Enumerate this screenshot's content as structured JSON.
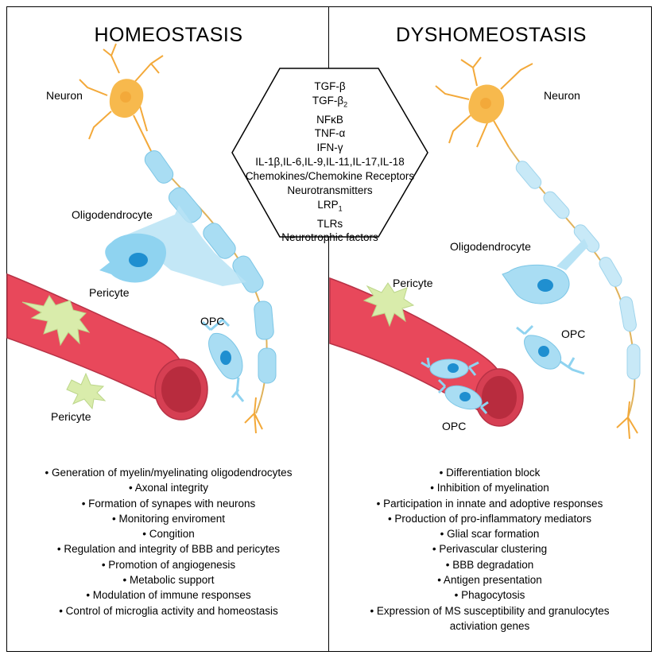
{
  "left_panel": {
    "title": "HOMEOSTASIS",
    "labels": {
      "neuron": "Neuron",
      "oligodendrocyte": "Oligodendrocyte",
      "pericyte_top": "Pericyte",
      "pericyte_bottom": "Pericyte",
      "opc": "OPC"
    },
    "functions": [
      "• Generation of myelin/myelinating oligodendrocytes",
      "• Axonal integrity",
      "• Formation of synapes with neurons",
      "• Monitoring enviroment",
      "• Congition",
      "• Regulation and integrity of BBB and pericytes",
      "• Promotion of angiogenesis",
      "• Metabolic support",
      "• Modulation of immune responses",
      "• Control of microglia activity and homeostasis"
    ]
  },
  "right_panel": {
    "title": "DYSHOMEOSTASIS",
    "labels": {
      "neuron": "Neuron",
      "oligodendrocyte": "Oligodendrocyte",
      "pericyte": "Pericyte",
      "opc_upper": "OPC",
      "opc_lower": "OPC"
    },
    "functions": [
      "• Differentiation block",
      "• Inhibition of myelination",
      "• Participation in innate and adoptive responses",
      "• Production of pro-inflammatory mediators",
      "• Glial scar formation",
      "• Perivascular clustering",
      "• BBB degradation",
      "• Antigen presentation",
      "• Phagocytosis",
      "• Expression of MS susceptibility and granulocytes activiation genes"
    ]
  },
  "hexagon_factors": {
    "tgf_beta": "TGF-β",
    "tgf_beta2_base": "TGF-β",
    "tgf_beta2_sub": "2",
    "nfkb": "NFκB",
    "tnf": "TNF-α",
    "ifn": "IFN-γ",
    "interleukins": "IL-1β,IL-6,IL-9,IL-11,IL-17,IL-18",
    "chemokines": "Chemokines/Chemokine Receptors",
    "neurotransmitters": "Neurotransmitters",
    "lrp_base": "LRP",
    "lrp_sub": "1",
    "tlrs": "TLRs",
    "neurotrophic": "Neurotrophic factors"
  },
  "colors": {
    "neuron": "#f7b94d",
    "myelin": "#a9ddf3",
    "oligodendrocyte": "#8fd3f0",
    "nucleus": "#1f8fd0",
    "vessel": "#e8485b",
    "vessel_lumen": "#b82c3e",
    "pericyte": "#d9ecab",
    "border": "#000000"
  }
}
